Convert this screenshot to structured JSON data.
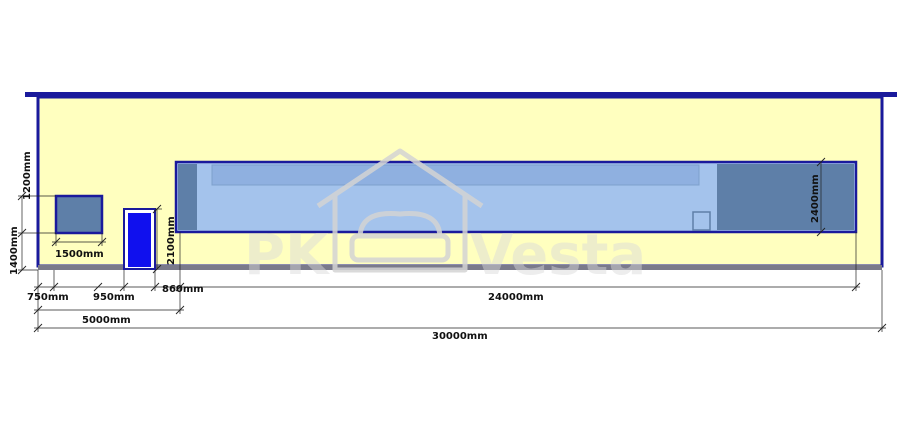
{
  "colors": {
    "wall": "#ffffbf",
    "outline": "#1a1a9c",
    "roof": "#1a1a9c",
    "floor": "#7a7a8a",
    "window_frame": "#1a1a9c",
    "window_glass": "#5e7fa8",
    "door": "#1010ee",
    "glazing_light": "#a4c3ec",
    "glazing_band": "#8fb0e0",
    "glazing_dark": "#5e7fa8"
  },
  "watermark": {
    "left_text": "PK",
    "right_text": "Vesta",
    "logo_icon": "house-sofa-icon"
  },
  "dimensions": {
    "window_height": "1200mm",
    "sill_height": "1400mm",
    "window_width": "1500mm",
    "door_height": "2100mm",
    "glazing_height": "2400mm",
    "offset_left": "750mm",
    "door_width": "950mm",
    "door_to_glazing": "860mm",
    "glazing_width": "24000mm",
    "subtotal_left": "5000mm",
    "total_width": "30000mm"
  }
}
